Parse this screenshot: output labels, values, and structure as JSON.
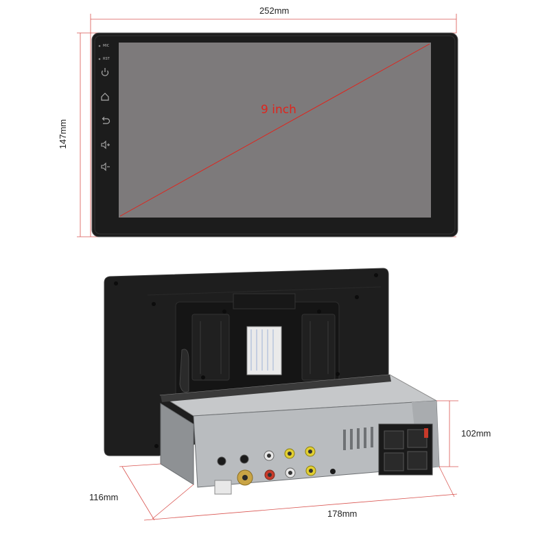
{
  "front_view": {
    "width_label": "252mm",
    "height_label": "147mm",
    "diagonal_label": "9 inch",
    "side_labels": [
      "MIC",
      "RST"
    ],
    "side_icons": [
      "power-icon",
      "home-icon",
      "back-icon",
      "volume-up-icon",
      "volume-down-icon"
    ]
  },
  "rear_view": {
    "height_label": "102mm",
    "depth_label": "116mm",
    "width_label": "178mm"
  },
  "colors": {
    "dimension_line": "#d9534f",
    "diagonal_line": "#e0241c",
    "screen": "#7d7a7b",
    "bezel": "#1c1c1c",
    "chassis": "#b9bcbf"
  }
}
